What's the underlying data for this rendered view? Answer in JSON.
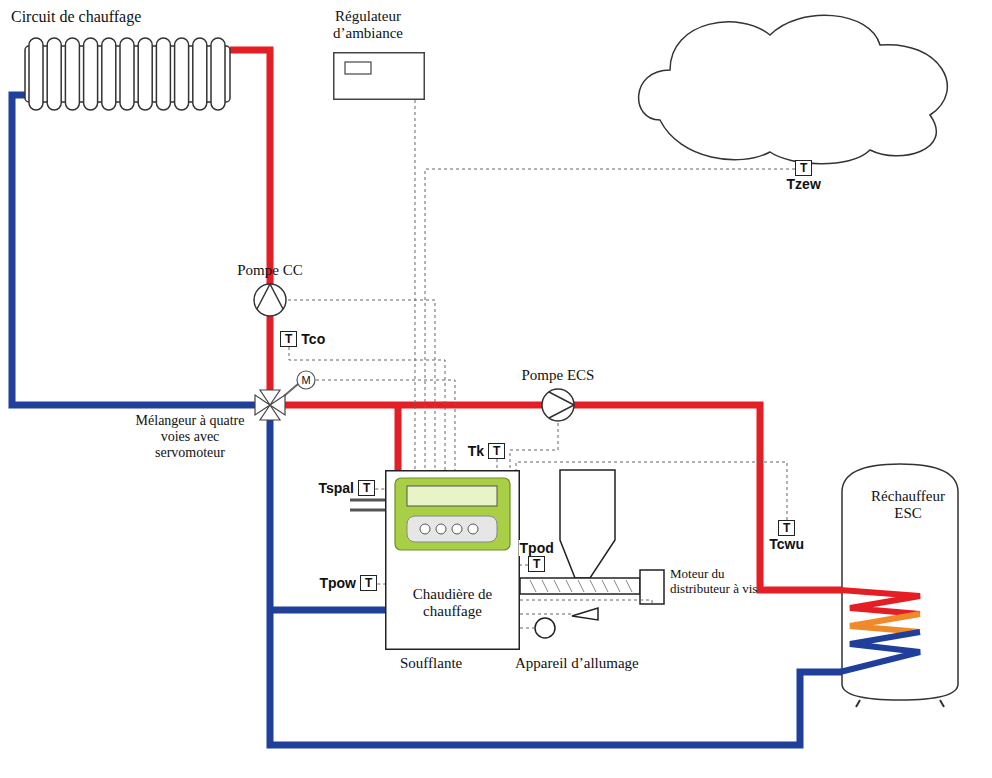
{
  "diagram": {
    "nodes": [
      {
        "text": [
          "Circuit de chauffage"
        ]
      },
      {
        "text": [
          "Régulateur d’ambiance"
        ]
      },
      {
        "text": [
          "T",
          "Tzew"
        ]
      },
      {
        "text": [
          "Pompe CC"
        ]
      },
      {
        "text": [
          "T",
          "Tco"
        ]
      },
      {
        "text": [
          "M"
        ]
      },
      {
        "text": [
          "Mélangeur à quatre voies avec servomoteur"
        ]
      },
      {
        "text": [
          "Pompe ECS"
        ]
      },
      {
        "text": [
          "T",
          "Tk"
        ]
      },
      {
        "text": [
          "T",
          "Tspal"
        ]
      },
      {
        "text": [
          "T",
          "Tpow"
        ]
      },
      {
        "text": [
          "Chaudière de chauffage"
        ]
      },
      {
        "text": [
          "T",
          "Tpod"
        ]
      },
      {
        "text": [
          "T",
          "Tcwu"
        ]
      },
      {
        "text": [
          "Réchauffeur ESC"
        ]
      }
    ],
    "edges": [
      {
        "from": 1,
        "to": 11,
        "arrow": "none"
      },
      {
        "from": 2,
        "to": 11,
        "arrow": "none"
      },
      {
        "from": 3,
        "to": 11,
        "arrow": "none"
      },
      {
        "from": 4,
        "to": 11,
        "arrow": "none"
      },
      {
        "from": 5,
        "to": 11,
        "arrow": "none"
      },
      {
        "from": 7,
        "to": 11,
        "arrow": "none"
      },
      {
        "from": 13,
        "to": 11,
        "arrow": "none"
      },
      {
        "from": 8,
        "to": 11,
        "arrow": "none"
      },
      {
        "from": 9,
        "to": 11,
        "arrow": "none"
      },
      {
        "from": 10,
        "to": 11,
        "arrow": "none"
      },
      {
        "from": 12,
        "to": 11,
        "arrow": "none"
      }
    ],
    "labels": [
      "Moteur du distributeur à vis",
      "Soufflante",
      "Appareil d’allumage"
    ]
  }
}
